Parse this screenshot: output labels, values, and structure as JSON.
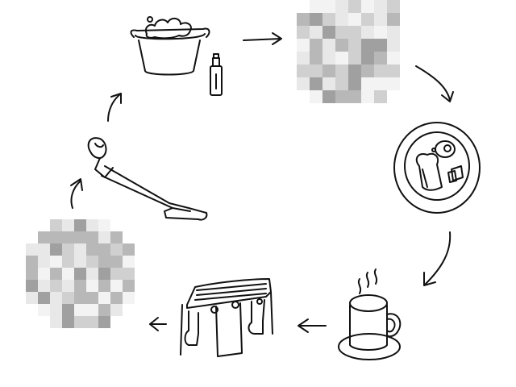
{
  "diagram": {
    "kind": "cycle",
    "description_visible_text": "",
    "stroke_color": "#111111",
    "background_color": "#ffffff",
    "pixelation_colors": [
      "#e8e8e8",
      "#d0d0d0",
      "#b8b8b8",
      "#a0a0a0",
      "#f3f3f3"
    ],
    "nodes": [
      {
        "id": "laundry-basin",
        "icon": "wash-basin-with-foam-and-detergent-bottle-icon"
      },
      {
        "id": "censored-1",
        "icon": "pixelated-mosaic"
      },
      {
        "id": "breakfast-plate",
        "icon": "plate-with-toast-and-egg-icon"
      },
      {
        "id": "coffee",
        "icon": "steaming-coffee-mug-icon"
      },
      {
        "id": "clothesline",
        "icon": "drying-rack-with-clothes-icon"
      },
      {
        "id": "censored-2",
        "icon": "pixelated-mosaic"
      },
      {
        "id": "vacuum",
        "icon": "stick-vacuum-cleaner-icon"
      }
    ]
  }
}
